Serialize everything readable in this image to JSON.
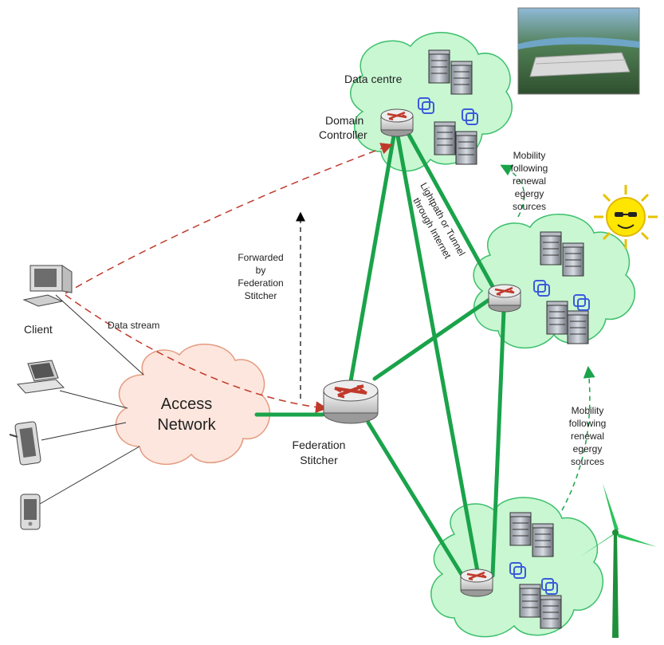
{
  "labels": {
    "data_centre": "Data centre",
    "domain_controller_1": "Domain",
    "domain_controller_2": "Controller",
    "client": "Client",
    "data_stream": "Data stream",
    "forwarded_1": "Forwarded",
    "forwarded_2": "by",
    "forwarded_3": "Federation",
    "forwarded_4": "Stitcher",
    "access_1": "Access",
    "access_2": "Network",
    "stitcher_1": "Federation",
    "stitcher_2": "Stitcher",
    "lightpath_1": "Lightpath or Tunnel",
    "lightpath_2": "through Internet",
    "mobility_top_1": "Mobility",
    "mobility_top_2": "following",
    "mobility_top_3": "renewal",
    "mobility_top_4": "egergy",
    "mobility_top_5": "sources",
    "mobility_bot_1": "Mobility",
    "mobility_bot_2": "following",
    "mobility_bot_3": "renewal",
    "mobility_bot_4": "egergy",
    "mobility_bot_5": "sources"
  },
  "colors": {
    "link_green": "#1aa34a",
    "stream_red": "#c0392b",
    "cloud_green": "#c8f7d2",
    "cloud_pink": "#fde6dd",
    "sun_yellow": "#ffe600"
  }
}
